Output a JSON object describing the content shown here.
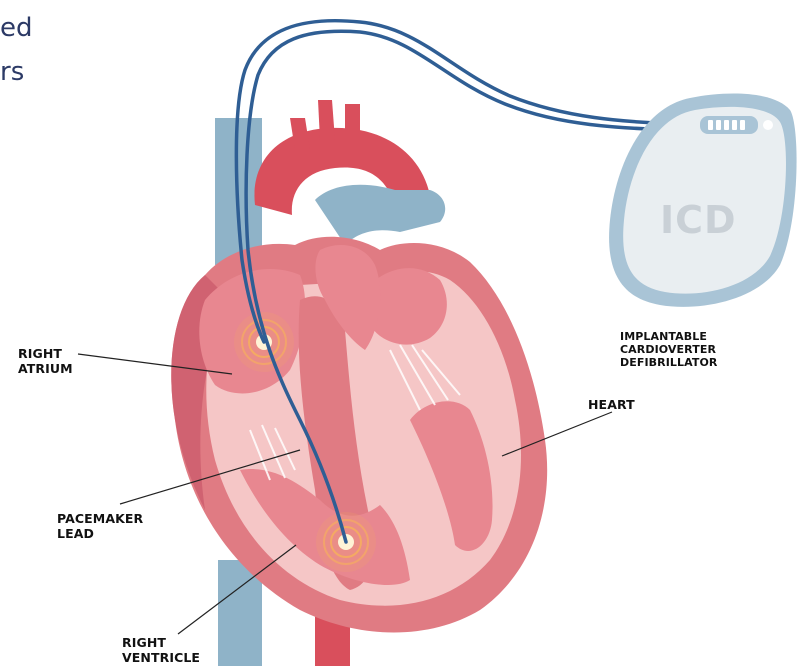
{
  "header": {
    "fragment_line1": "ed",
    "fragment_line2": "rs"
  },
  "device": {
    "name": "ICD",
    "caption_line1": "IMPLANTABLE CARDIOVERTER",
    "caption_line2": "DEFIBRILLATOR"
  },
  "labels": {
    "right_atrium_line1": "RIGHT",
    "right_atrium_line2": "ATRIUM",
    "heart": "HEART",
    "pacemaker_lead_line1": "PACEMAKER",
    "pacemaker_lead_line2": "LEAD",
    "right_ventricle_line1": "RIGHT",
    "right_ventricle_line2": "VENTRICLE"
  },
  "colors": {
    "vein": "#8fb3c8",
    "artery": "#d94f5c",
    "heart_outer": "#e07b83",
    "heart_inner": "#f5c6c6",
    "muscle": "#e88790",
    "lead": "#2f5e94",
    "device_border": "#a9c4d6",
    "device_body": "#e9eef1",
    "glow": "#f6b25a"
  }
}
